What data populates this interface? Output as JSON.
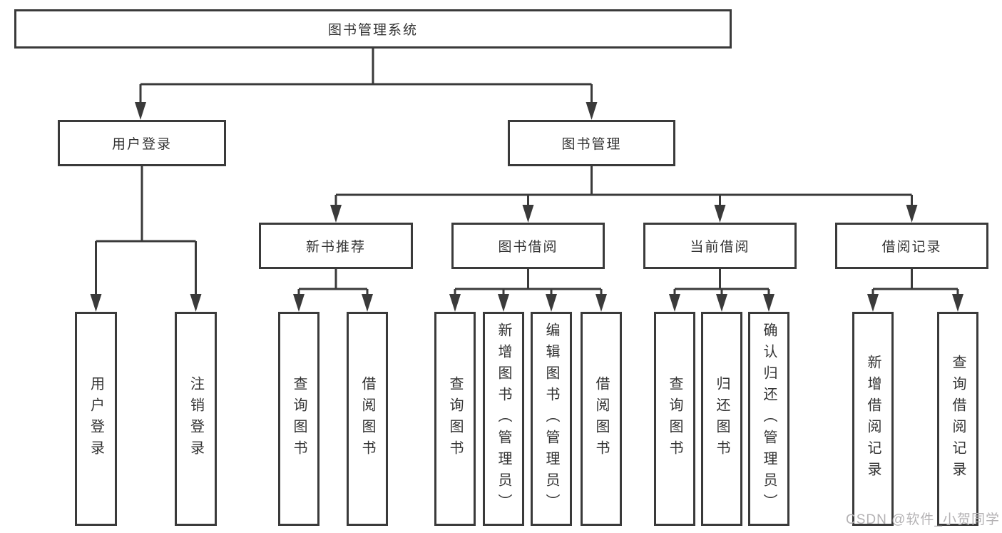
{
  "diagram": {
    "root": {
      "label": "图书管理系统"
    },
    "user_branch": {
      "label": "用户登录",
      "children": [
        {
          "label": "用户登录"
        },
        {
          "label": "注销登录"
        }
      ]
    },
    "book_branch": {
      "label": "图书管理",
      "sections": [
        {
          "label": "新书推荐",
          "children": [
            {
              "label": "查询图书"
            },
            {
              "label": "借阅图书"
            }
          ]
        },
        {
          "label": "图书借阅",
          "children": [
            {
              "label": "查询图书"
            },
            {
              "label": "新增图书（管理员）"
            },
            {
              "label": "编辑图书（管理员）"
            },
            {
              "label": "借阅图书"
            }
          ]
        },
        {
          "label": "当前借阅",
          "children": [
            {
              "label": "查询图书"
            },
            {
              "label": "归还图书"
            },
            {
              "label": "确认归还（管理员）"
            }
          ]
        },
        {
          "label": "借阅记录",
          "children": [
            {
              "label": "新增借阅记录"
            },
            {
              "label": "查询借阅记录"
            }
          ]
        }
      ]
    }
  },
  "watermark": {
    "text": "CSDN @软件_小贺同学"
  },
  "colors": {
    "line": "#3a3a3a",
    "box_border": "#3a3a3a",
    "text": "#333333",
    "watermark": "#b4b2b4",
    "background": "#ffffff"
  }
}
